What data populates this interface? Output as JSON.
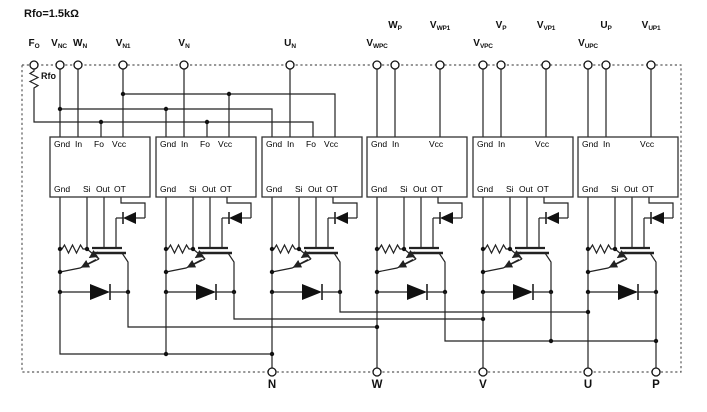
{
  "note": {
    "text": "Rfo=1.5kΩ"
  },
  "resistor": {
    "label": "Rfo"
  },
  "terminals": {
    "top_row_upper": [
      {
        "id": "wp",
        "main": "W",
        "sub": "P"
      },
      {
        "id": "vwp1",
        "main": "V",
        "sub": "WP1"
      },
      {
        "id": "vp",
        "main": "V",
        "sub": "P"
      },
      {
        "id": "vvp1",
        "main": "V",
        "sub": "VP1"
      },
      {
        "id": "up",
        "main": "U",
        "sub": "P"
      },
      {
        "id": "vup1",
        "main": "V",
        "sub": "UP1"
      }
    ],
    "top_row_lower": [
      {
        "id": "fo",
        "main": "F",
        "sub": "O"
      },
      {
        "id": "vnc",
        "main": "V",
        "sub": "NC"
      },
      {
        "id": "wn",
        "main": "W",
        "sub": "N"
      },
      {
        "id": "vn1",
        "main": "V",
        "sub": "N1"
      },
      {
        "id": "vn",
        "main": "V",
        "sub": "N"
      },
      {
        "id": "un",
        "main": "U",
        "sub": "N"
      },
      {
        "id": "vwpc",
        "main": "V",
        "sub": "WPC"
      },
      {
        "id": "vvpc",
        "main": "V",
        "sub": "VPC"
      },
      {
        "id": "vupc",
        "main": "V",
        "sub": "UPC"
      }
    ],
    "bottom_row": [
      {
        "id": "n",
        "label": "N"
      },
      {
        "id": "w",
        "label": "W"
      },
      {
        "id": "v",
        "label": "V"
      },
      {
        "id": "u",
        "label": "U"
      },
      {
        "id": "p",
        "label": "P"
      }
    ]
  },
  "blocks": [
    {
      "top": [
        "Gnd",
        "In",
        "Fo",
        "Vcc"
      ],
      "bottom": [
        "Gnd",
        "Si",
        "Out",
        "OT"
      ]
    },
    {
      "top": [
        "Gnd",
        "In",
        "Fo",
        "Vcc"
      ],
      "bottom": [
        "Gnd",
        "Si",
        "Out",
        "OT"
      ]
    },
    {
      "top": [
        "Gnd",
        "In",
        "Fo",
        "Vcc"
      ],
      "bottom": [
        "Gnd",
        "Si",
        "Out",
        "OT"
      ]
    },
    {
      "top": [
        "Gnd",
        "In",
        "Vcc"
      ],
      "bottom": [
        "Gnd",
        "Si",
        "Out",
        "OT"
      ]
    },
    {
      "top": [
        "Gnd",
        "In",
        "Vcc"
      ],
      "bottom": [
        "Gnd",
        "Si",
        "Out",
        "OT"
      ]
    },
    {
      "top": [
        "Gnd",
        "In",
        "Vcc"
      ],
      "bottom": [
        "Gnd",
        "Si",
        "Out",
        "OT"
      ]
    }
  ],
  "colors": {
    "wire": "#222222",
    "outline": "#5a5a5a"
  }
}
